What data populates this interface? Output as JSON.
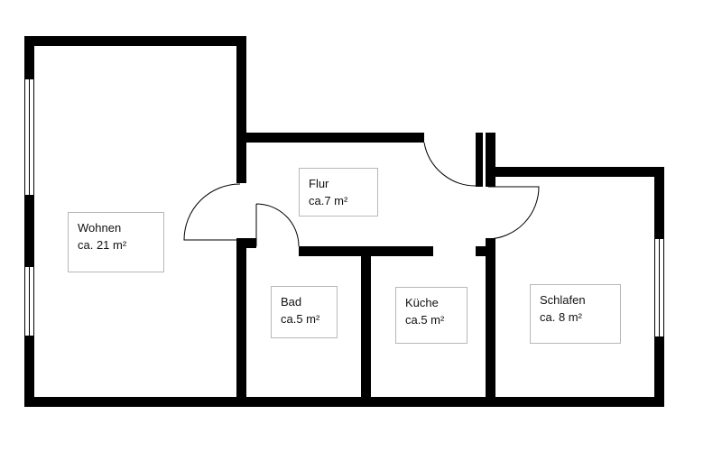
{
  "rooms": {
    "wohnen": {
      "name": "Wohnen",
      "area": "ca. 21 m²"
    },
    "flur": {
      "name": "Flur",
      "area": "ca.7 m²"
    },
    "bad": {
      "name": "Bad",
      "area": "ca.5 m²"
    },
    "kueche": {
      "name": "Küche",
      "area": "ca.5 m²"
    },
    "schlafen": {
      "name": "Schlafen",
      "area": "ca. 8 m²"
    }
  },
  "colors": {
    "wall": "#000000",
    "background": "#ffffff",
    "label_border": "#b8b8b8"
  }
}
